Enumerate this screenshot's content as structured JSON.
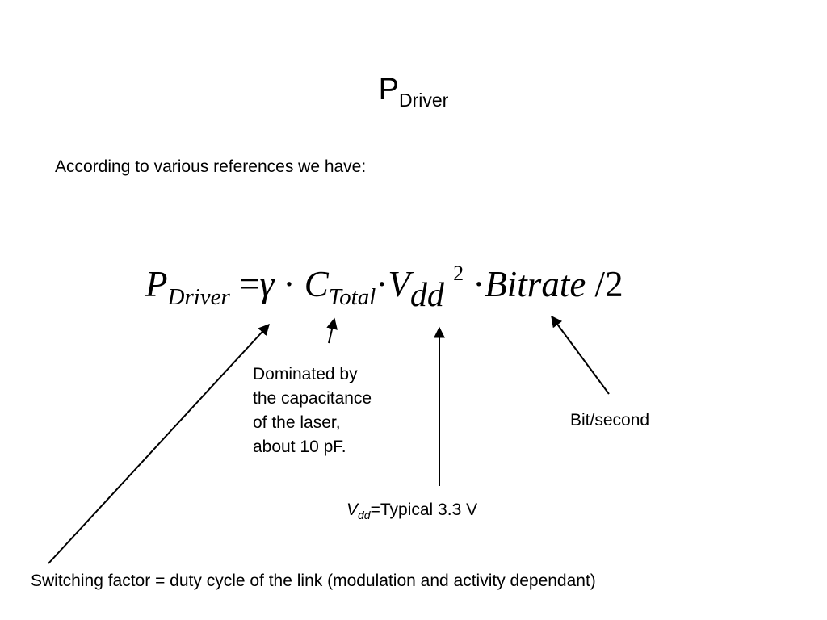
{
  "title": {
    "main": "P",
    "sub": "Driver"
  },
  "intro": "According to various references we have:",
  "formula": {
    "p": "P",
    "p_sub": "Driver",
    "eq": "=",
    "gamma": "γ",
    "dot1": "·",
    "c": "C",
    "c_sub": "Total",
    "dot2": "·",
    "v": "V",
    "v_sub": "dd",
    "v_sup": "2",
    "dot3": "·",
    "bitrate": "Bitrate",
    "slash": "/",
    "two": "2"
  },
  "notes": {
    "capacitance": [
      "Dominated by",
      "the capacitance",
      "of the laser,",
      "about 10 pF."
    ],
    "bitrate": "Bit/second",
    "vdd": {
      "symbol": "V",
      "sub": "dd",
      "text": "=Typical 3.3 V"
    },
    "switching": "Switching factor = duty cycle of the link (modulation and activity dependant)"
  }
}
